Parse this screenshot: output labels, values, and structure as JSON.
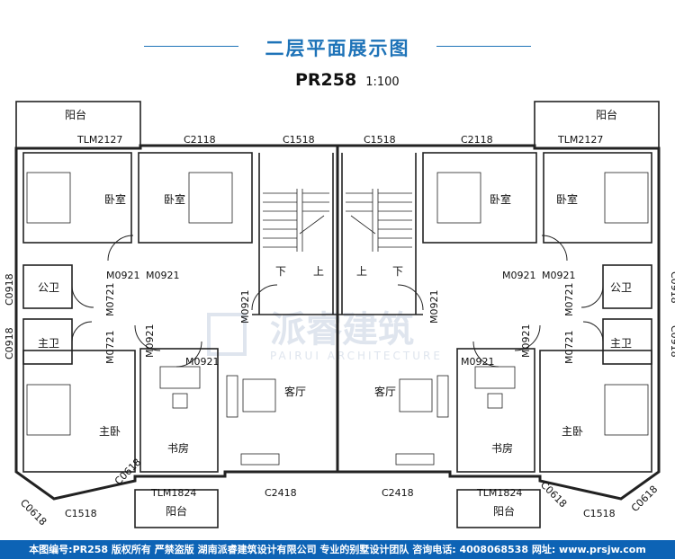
{
  "header": {
    "title": "二层平面展示图",
    "plan_code": "PR258",
    "scale": "1:100"
  },
  "watermark": {
    "brand": "派睿建筑",
    "brand_en": "PAIRUI ARCHITECTURE"
  },
  "rooms": {
    "balcony": "阳台",
    "bedroom": "卧室",
    "public_bath": "公卫",
    "master_bath": "主卫",
    "master_bedroom": "主卧",
    "study": "书房",
    "living": "客厅",
    "stair_down": "下",
    "stair_up": "上"
  },
  "labels": {
    "tlm2127": "TLM2127",
    "c2118": "C2118",
    "c1518": "C1518",
    "m0921": "M0921",
    "m0721": "M0721",
    "c0918": "C0918",
    "c0618": "C0618",
    "tlm1824": "TLM1824",
    "c2418": "C2418"
  },
  "footer": {
    "text": "本图编号:PR258 版权所有 严禁盗版 湖南派睿建筑设计有限公司 专业的别墅设计团队 咨询电话: 4008068538 网址: www.prsjw.com"
  }
}
